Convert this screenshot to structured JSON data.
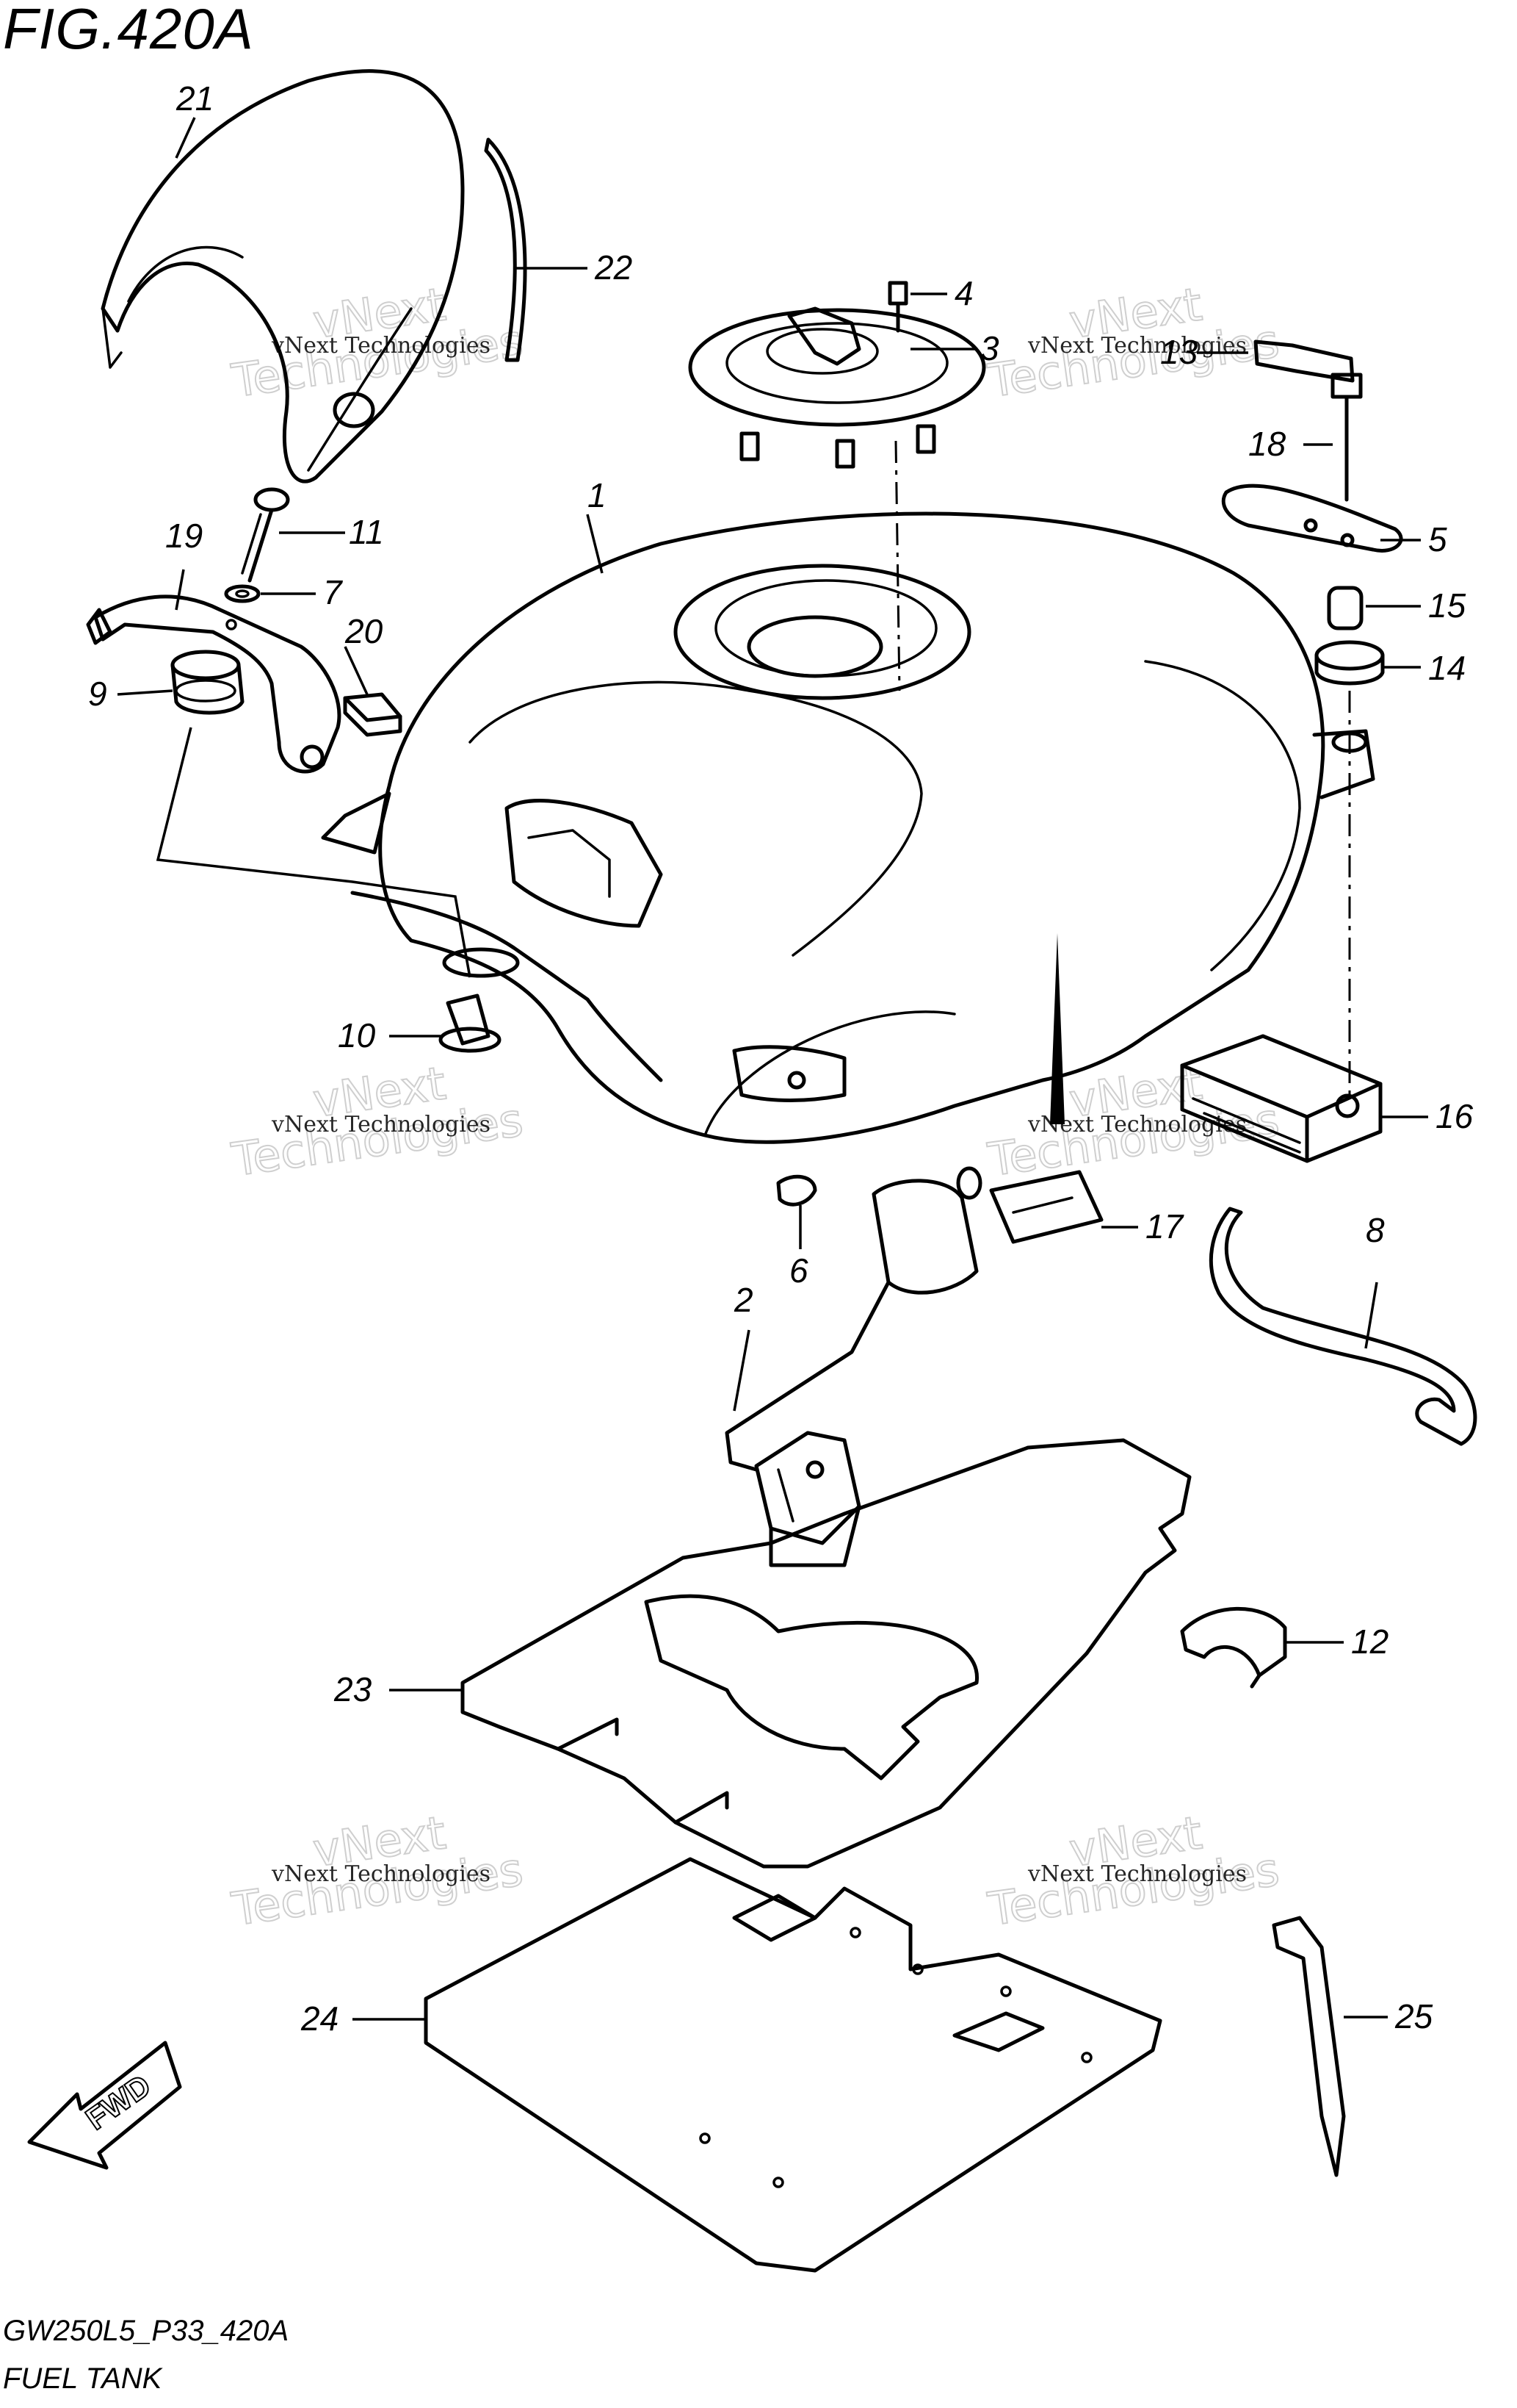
{
  "figure": {
    "title": "FIG.420A",
    "model_code": "GW250L5_P33_420A",
    "section_name": "FUEL TANK",
    "fwd_label": "FWD"
  },
  "watermark": {
    "line1": "vNext Technologies",
    "line2": "vNext",
    "line3": "Technologies"
  },
  "callouts": [
    {
      "id": "c1",
      "label": "1"
    },
    {
      "id": "c2",
      "label": "2"
    },
    {
      "id": "c3",
      "label": "3"
    },
    {
      "id": "c4",
      "label": "4"
    },
    {
      "id": "c5",
      "label": "5"
    },
    {
      "id": "c6",
      "label": "6"
    },
    {
      "id": "c7",
      "label": "7"
    },
    {
      "id": "c8",
      "label": "8"
    },
    {
      "id": "c9",
      "label": "9"
    },
    {
      "id": "c10",
      "label": "10"
    },
    {
      "id": "c11",
      "label": "11"
    },
    {
      "id": "c12",
      "label": "12"
    },
    {
      "id": "c13",
      "label": "13"
    },
    {
      "id": "c14",
      "label": "14"
    },
    {
      "id": "c15",
      "label": "15"
    },
    {
      "id": "c16",
      "label": "16"
    },
    {
      "id": "c17",
      "label": "17"
    },
    {
      "id": "c18",
      "label": "18"
    },
    {
      "id": "c19",
      "label": "19"
    },
    {
      "id": "c20",
      "label": "20"
    },
    {
      "id": "c21",
      "label": "21"
    },
    {
      "id": "c22",
      "label": "22"
    },
    {
      "id": "c23",
      "label": "23"
    },
    {
      "id": "c24",
      "label": "24"
    },
    {
      "id": "c25",
      "label": "25"
    }
  ]
}
